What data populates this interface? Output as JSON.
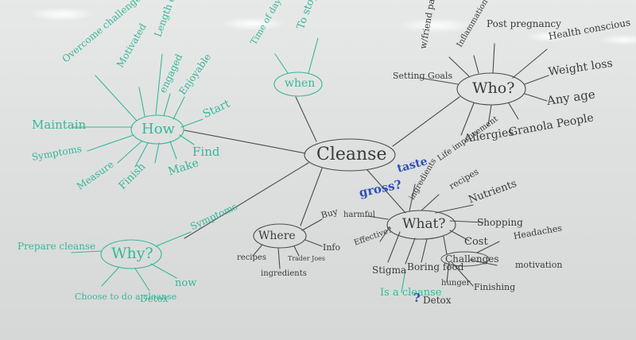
{
  "colors": {
    "black_marker": "#3a3a3a",
    "green_marker": "#37b79a",
    "blue_marker": "#2e4fb8",
    "board": "#dfe1e0"
  },
  "center": "Cleanse",
  "hubs": {
    "how": "How",
    "when": "when",
    "who": "Who?",
    "what": "What?",
    "where": "Where",
    "why": "Why?"
  },
  "how": {
    "items": [
      "Overcome challenges",
      "Motivated",
      "Length of cleanse",
      "engaged",
      "Enjoyable",
      "Start",
      "Find",
      "Make",
      "Finish",
      "Measure",
      "Symptoms",
      "Maintain"
    ]
  },
  "when": {
    "items": [
      "Time of day",
      "To stop"
    ]
  },
  "who": {
    "items": [
      "Setting Goals",
      "w/friend partner",
      "Inflammation",
      "Post pregnancy",
      "Health conscious",
      "Weight loss",
      "Any age",
      "Granola People",
      "Allergies",
      "Life improvement"
    ]
  },
  "what": {
    "items": [
      "ingredients",
      "recipes",
      "Nutrients",
      "Shopping",
      "Cost",
      "Challenges",
      "Stigma",
      "Boring food",
      "Is a cleanse",
      "Detox",
      "Effective?",
      "harmful"
    ],
    "challenges": [
      "Headaches",
      "motivation",
      "Finishing",
      "hunger"
    ]
  },
  "where": {
    "items": [
      "Buy",
      "Info",
      "Trader Joes",
      "ingredients",
      "recipes"
    ]
  },
  "why": {
    "items": [
      "Symptoms",
      "now",
      "Detox",
      "Choose to do a cleanse",
      "Prepare cleanse"
    ]
  },
  "annotations": {
    "taste": "taste",
    "gross": "gross?",
    "qmark": "?"
  }
}
